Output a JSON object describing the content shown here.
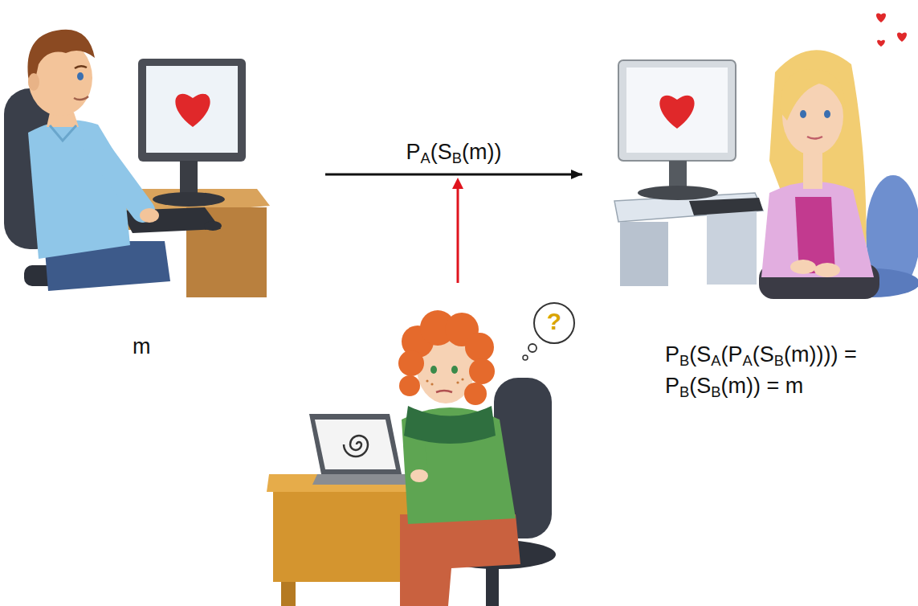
{
  "diagram": {
    "nodes": [
      {
        "text": [
          "m"
        ]
      },
      {
        "text": [
          "PB(SA(PA(SB(m)))) = PB(SB(m)) = m"
        ]
      },
      {
        "text": [
          "?"
        ]
      }
    ],
    "edges": [
      {
        "from": 0,
        "to": 1,
        "arrow": "to",
        "label": "PA(SB(m))"
      }
    ]
  }
}
